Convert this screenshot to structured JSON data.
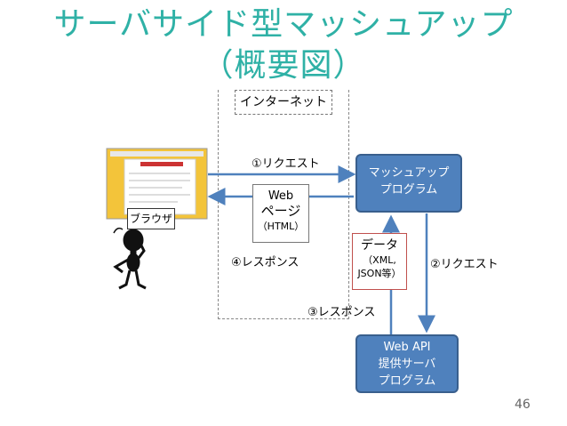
{
  "title": {
    "line1": "サーバサイド型マッシュアップ",
    "line2": "（概要図）"
  },
  "internet_label": "インターネット",
  "mashup_box": {
    "line1": "マッシュアップ",
    "line2": "プログラム"
  },
  "api_box": {
    "line1": "Web API",
    "line2": "提供サーバ",
    "line3": "プログラム"
  },
  "browser_label": "ブラウザ",
  "webpage_note": {
    "line1": "Web",
    "line2": "ページ",
    "line3": "（HTML）"
  },
  "data_note": {
    "line1": "データ",
    "line2": "（XML,",
    "line3": "JSON等）"
  },
  "arrows": {
    "request1": "①リクエスト",
    "request2": "②リクエスト",
    "response3": "③レスポンス",
    "response4": "④レスポンス"
  },
  "page_number": "46",
  "colors": {
    "title": "#2fb1a6",
    "box_fill": "#4f81bd",
    "arrow": "#4f81bd",
    "note_border": "#c0504d"
  }
}
